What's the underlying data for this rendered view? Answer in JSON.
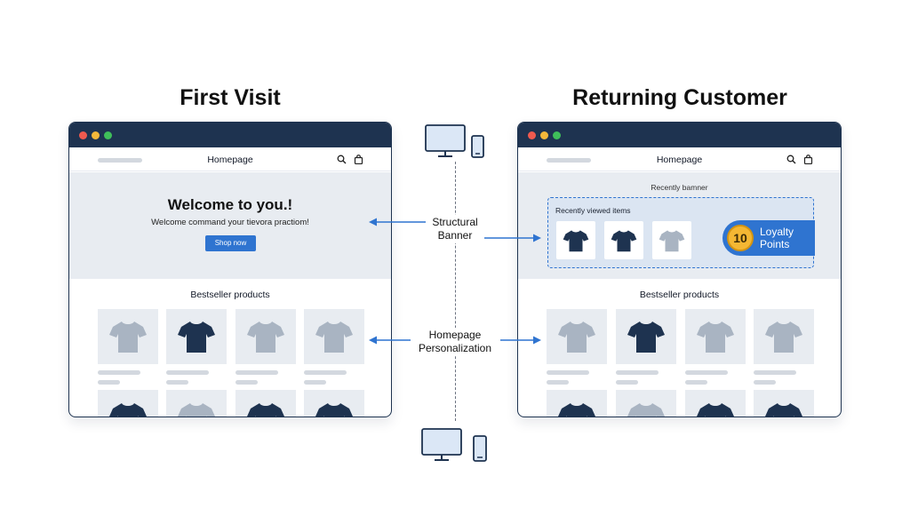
{
  "columns": {
    "left_title": "First Visit",
    "right_title": "Returning Customer"
  },
  "browser": {
    "nav_title": "Homepage"
  },
  "first_visit": {
    "hero_title": "Welcome to you.!",
    "hero_subtitle": "Welcome command your tievora practiom!",
    "cta_label": "Shop now",
    "section_title": "Bestseller products"
  },
  "returning": {
    "banner_label": "Recently bamner",
    "recent_title": "Recently viewed items",
    "loyalty_points": "10",
    "loyalty_label_1": "Loyalty",
    "loyalty_label_2": "Points",
    "section_title": "Bestseller products"
  },
  "annotations": {
    "banner_1": "Structural",
    "banner_2": "Banner",
    "personal_1": "Homepage",
    "personal_2": "Personalization"
  },
  "colors": {
    "navy": "#1e3350",
    "accent_blue": "#2f74d0",
    "coin_gold": "#f4b733",
    "tee_light": "#a9b4c2",
    "tee_dark": "#1e3350"
  },
  "icons": [
    "desktop-monitor-icon",
    "smartphone-icon",
    "search-icon",
    "shopping-bag-icon",
    "tshirt-icon",
    "arrow-left-icon",
    "arrow-right-icon"
  ]
}
